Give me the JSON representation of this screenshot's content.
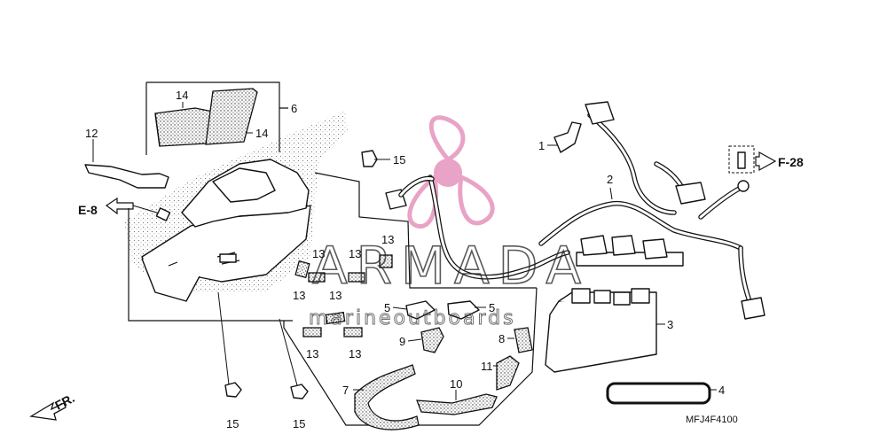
{
  "callouts": {
    "c1": "1",
    "c2": "2",
    "c3": "3",
    "c4": "4",
    "c5a": "5",
    "c5b": "5",
    "c6": "6",
    "c7": "7",
    "c8": "8",
    "c9": "9",
    "c10": "10",
    "c11": "11",
    "c12": "12",
    "c13a": "13",
    "c13b": "13",
    "c13c": "13",
    "c13d": "13",
    "c13e": "13",
    "c13f": "13",
    "c13g": "13",
    "c14a": "14",
    "c14b": "14",
    "c15a": "15",
    "c15b": "15",
    "c15c": "15"
  },
  "refs": {
    "e8": "E-8",
    "f28": "F-28",
    "fr": "FR."
  },
  "diagram_code": "MFJ4F4100",
  "watermark": {
    "brand": "ARMADA",
    "tagline": "marineoutboards"
  },
  "colors": {
    "watermark_logo": "#e9a3c6",
    "line": "#111111"
  }
}
